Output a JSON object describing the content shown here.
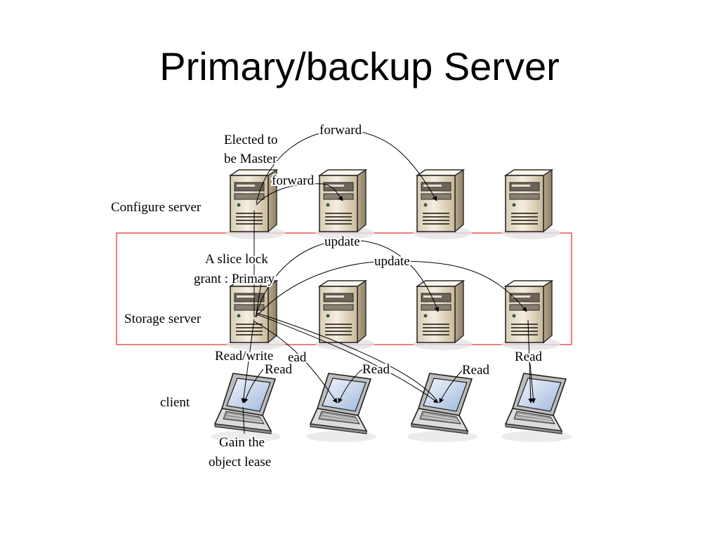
{
  "title": "Primary/backup Server",
  "row_labels": {
    "configure": "Configure server",
    "storage": "Storage server",
    "client": "client"
  },
  "annotations": {
    "elected_line1": "Elected to",
    "elected_line2": "be Master",
    "forward_top": "forward",
    "forward_mid": "forward",
    "slice_line1": "A slice lock",
    "slice_line2": "grant : Primary",
    "update_1": "update",
    "update_2": "update",
    "read_write": "Read/write",
    "read_overlap": "ead",
    "read_1": "Read",
    "read_2": "Read",
    "read_3": "Read",
    "read_4": "Read",
    "lease_line1": "Gain the",
    "lease_line2": "object lease"
  },
  "colors": {
    "slice_box": "#e53935",
    "tower_light": "#efe6d4",
    "tower_dark": "#cbbb9c",
    "tower_top": "#fbf6ec",
    "laptop_body": "#d9d9d9",
    "laptop_screen": "#bcd0ea"
  },
  "icons": {
    "server": "server-tower-icon",
    "client": "laptop-icon"
  }
}
